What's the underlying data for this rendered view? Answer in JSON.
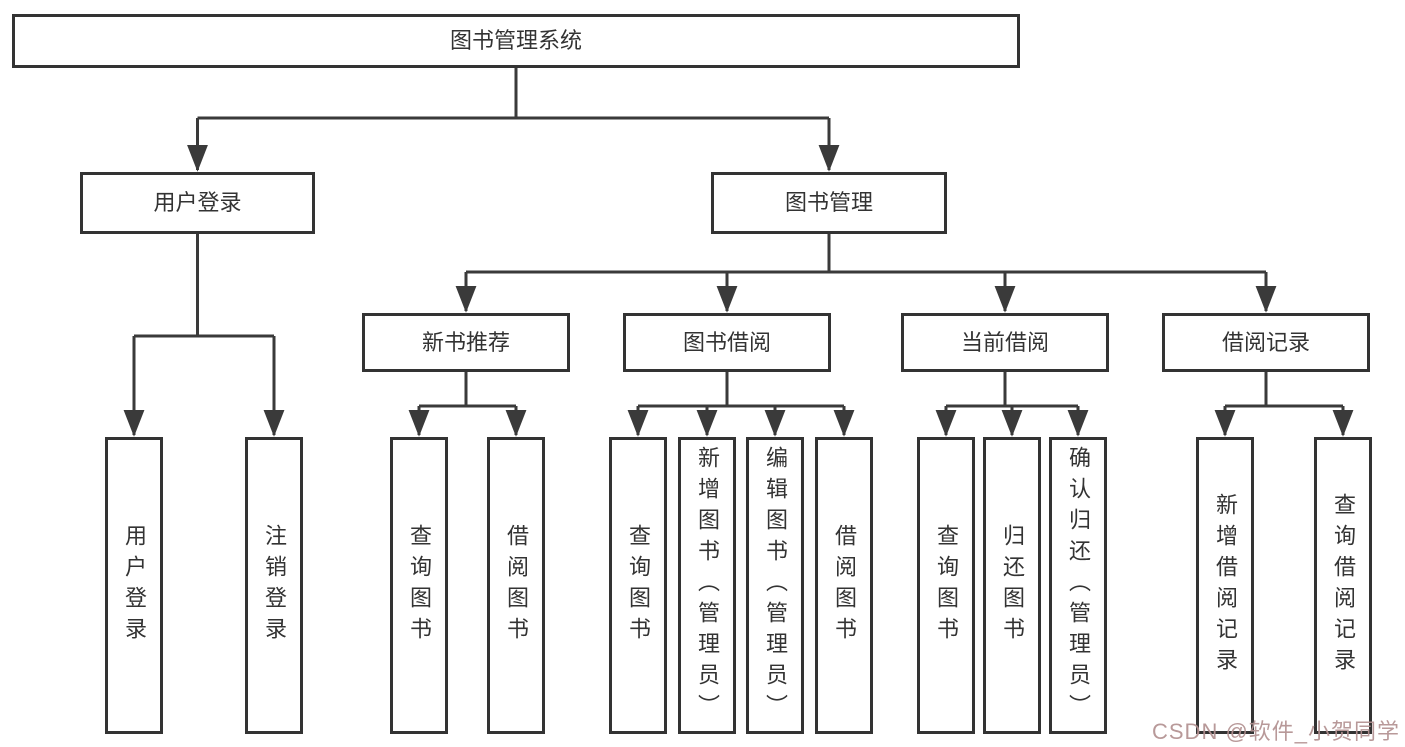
{
  "tree": {
    "root": {
      "label": "图书管理系统"
    },
    "children": [
      {
        "label": "用户登录",
        "children": [
          {
            "label": "用户登录"
          },
          {
            "label": "注销登录"
          }
        ]
      },
      {
        "label": "图书管理",
        "children": [
          {
            "label": "新书推荐",
            "children": [
              {
                "label": "查询图书"
              },
              {
                "label": "借阅图书"
              }
            ]
          },
          {
            "label": "图书借阅",
            "children": [
              {
                "label": "查询图书"
              },
              {
                "label": "新增图书（管理员）"
              },
              {
                "label": "编辑图书（管理员）"
              },
              {
                "label": "借阅图书"
              }
            ]
          },
          {
            "label": "当前借阅",
            "children": [
              {
                "label": "查询图书"
              },
              {
                "label": "归还图书"
              },
              {
                "label": "确认归还（管理员）"
              }
            ]
          },
          {
            "label": "借阅记录",
            "children": [
              {
                "label": "新增借阅记录"
              },
              {
                "label": "查询借阅记录"
              }
            ]
          }
        ]
      }
    ]
  },
  "watermark": {
    "text": "CSDN @软件_小贺同学"
  },
  "colors": {
    "line": "#3a3a3a",
    "border": "#333333",
    "text": "#333333",
    "watermark_text": "#b29090",
    "background": "#ffffff"
  }
}
